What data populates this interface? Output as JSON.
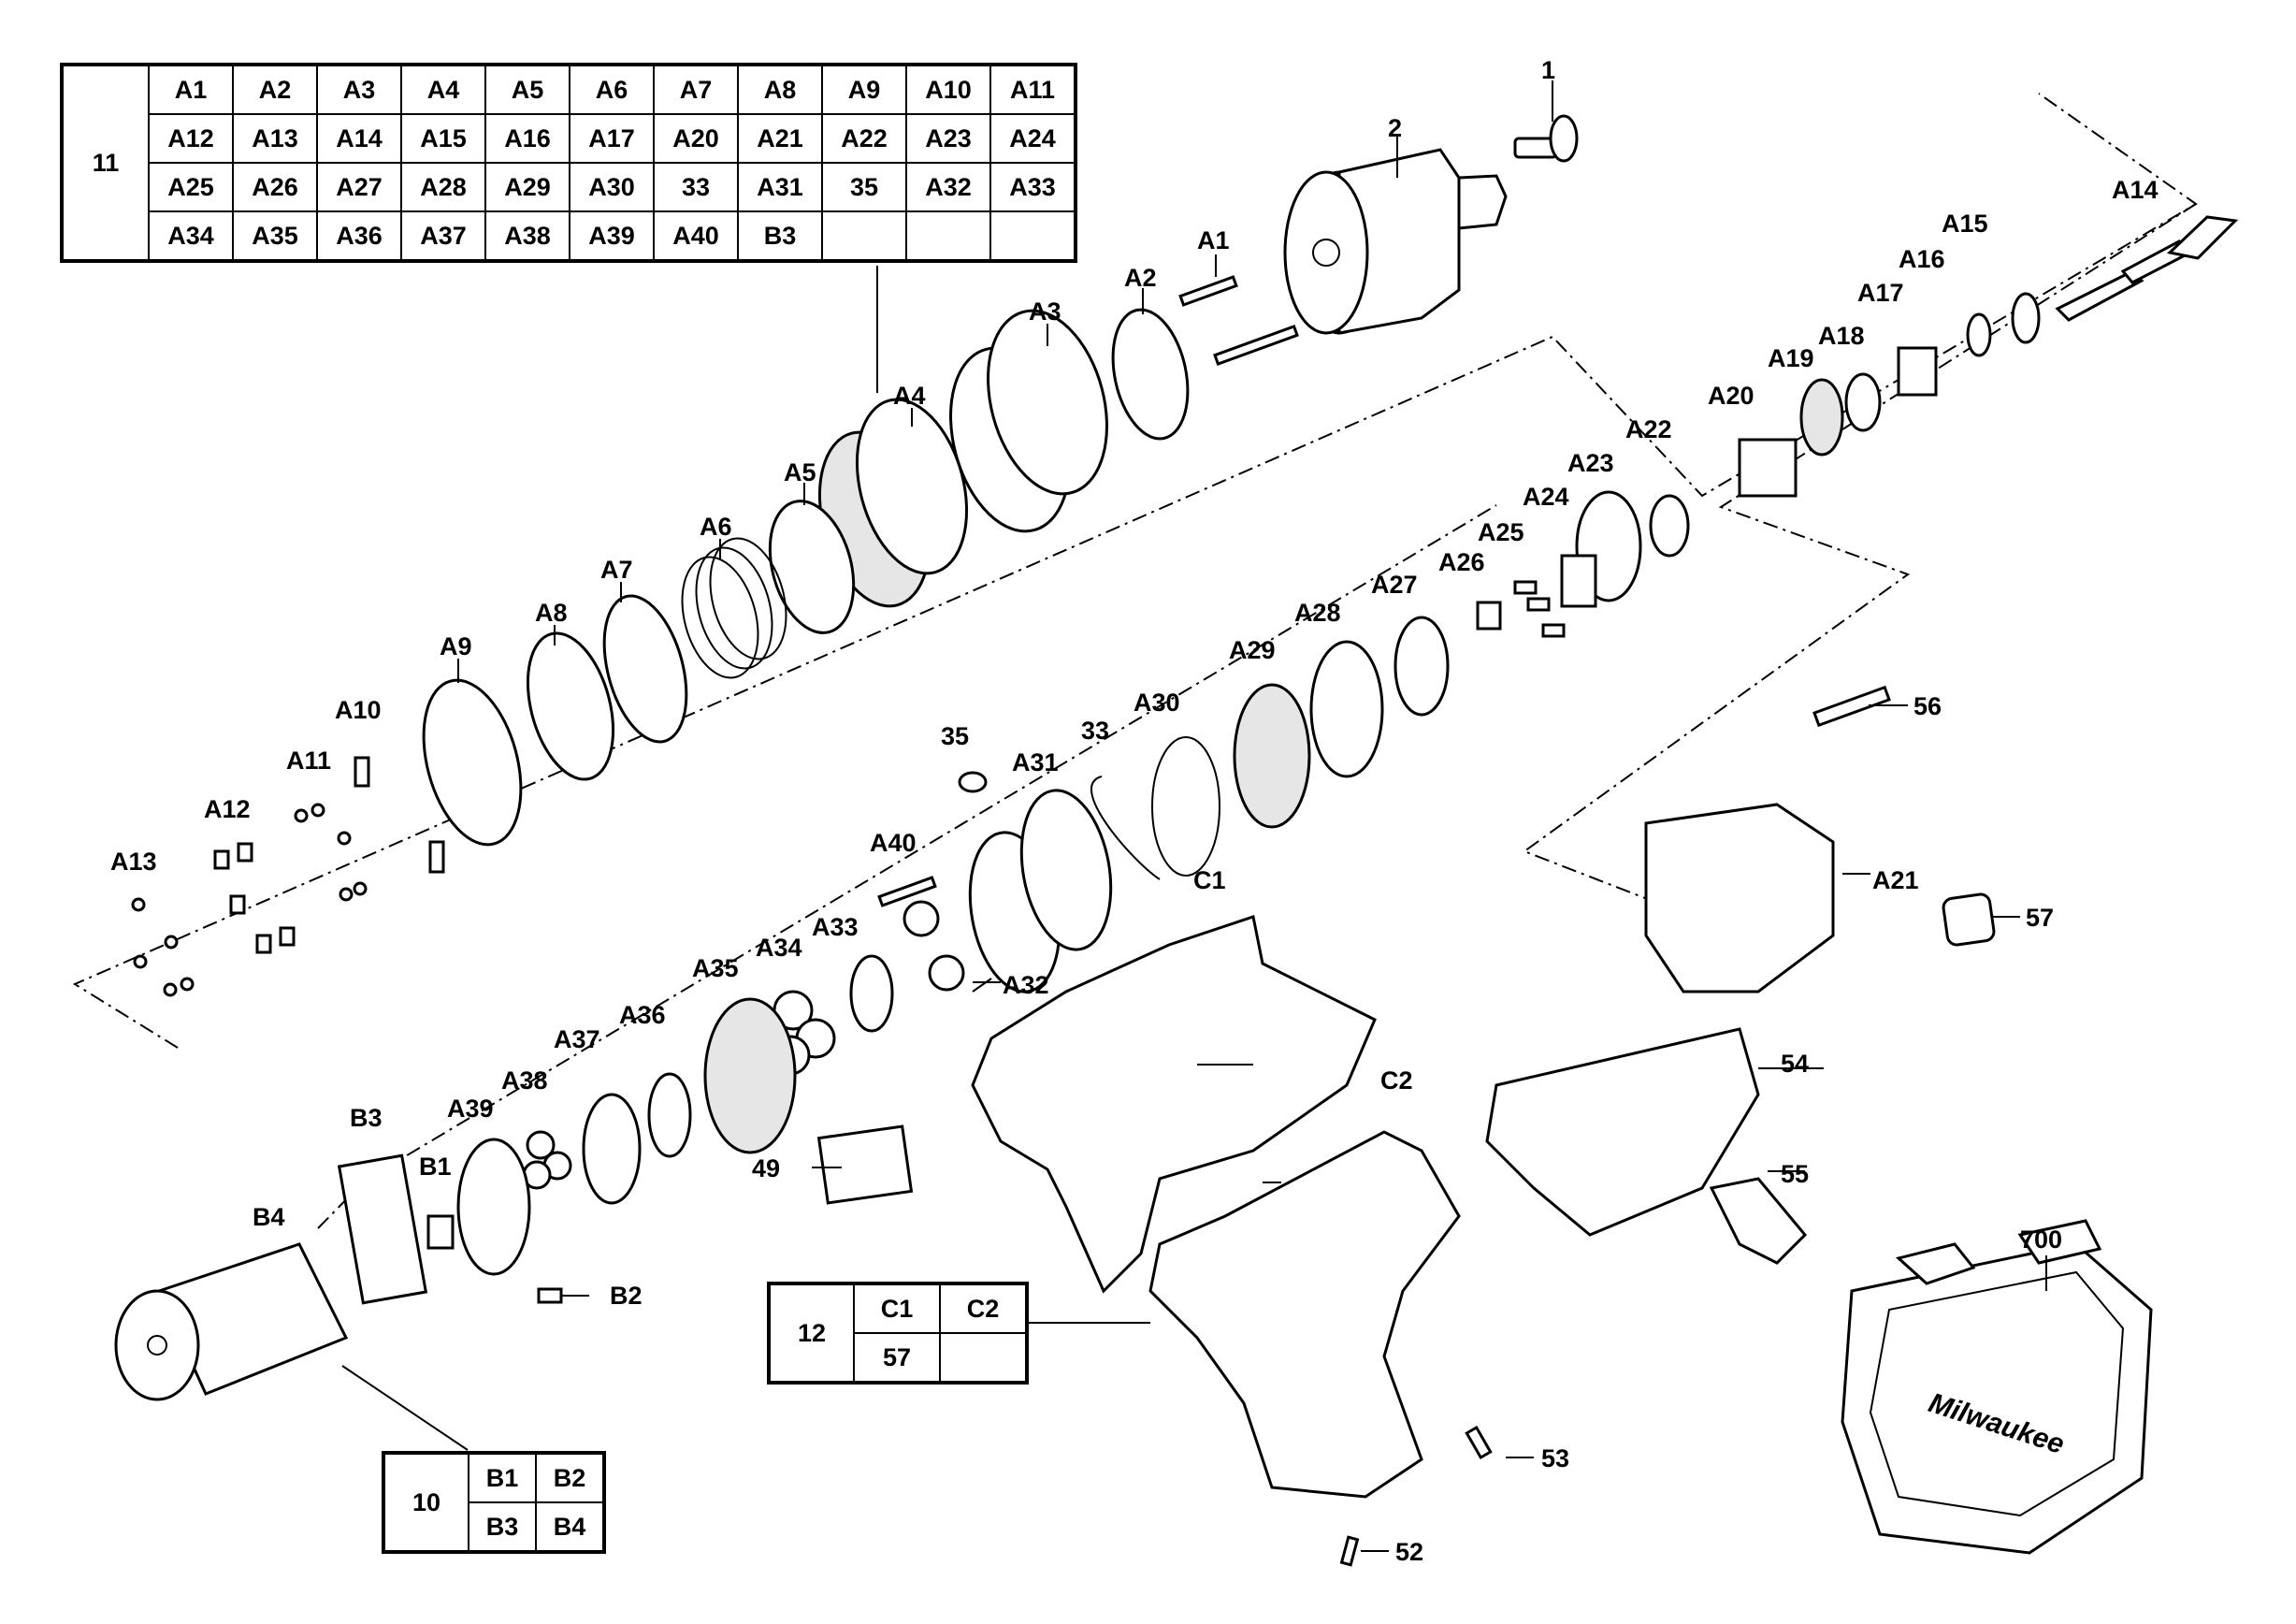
{
  "kit_tables": [
    {
      "id": "11",
      "kit": "11",
      "rows": [
        [
          "A1",
          "A2",
          "A3",
          "A4",
          "A5",
          "A6",
          "A7",
          "A8",
          "A9",
          "A10",
          "A11"
        ],
        [
          "A12",
          "A13",
          "A14",
          "A15",
          "A16",
          "A17",
          "A20",
          "A21",
          "A22",
          "A23",
          "A24"
        ],
        [
          "A25",
          "A26",
          "A27",
          "A28",
          "A29",
          "A30",
          "33",
          "A31",
          "35",
          "A32",
          "A33"
        ],
        [
          "A34",
          "A35",
          "A36",
          "A37",
          "A38",
          "A39",
          "A40",
          "B3",
          "",
          "",
          ""
        ]
      ]
    },
    {
      "id": "10",
      "kit": "10",
      "rows": [
        [
          "B1",
          "B2"
        ],
        [
          "B3",
          "B4"
        ]
      ]
    },
    {
      "id": "12",
      "kit": "12",
      "rows": [
        [
          "C1",
          "C2"
        ],
        [
          "57",
          ""
        ]
      ]
    }
  ],
  "part_labels": [
    {
      "id": "1",
      "text": "1"
    },
    {
      "id": "2",
      "text": "2"
    },
    {
      "id": "A1",
      "text": "A1"
    },
    {
      "id": "A2",
      "text": "A2"
    },
    {
      "id": "A3",
      "text": "A3"
    },
    {
      "id": "A4",
      "text": "A4"
    },
    {
      "id": "A5",
      "text": "A5"
    },
    {
      "id": "A6",
      "text": "A6"
    },
    {
      "id": "A7",
      "text": "A7"
    },
    {
      "id": "A8",
      "text": "A8"
    },
    {
      "id": "A9",
      "text": "A9"
    },
    {
      "id": "A10",
      "text": "A10"
    },
    {
      "id": "A11",
      "text": "A11"
    },
    {
      "id": "A12",
      "text": "A12"
    },
    {
      "id": "A13",
      "text": "A13"
    },
    {
      "id": "A14",
      "text": "A14"
    },
    {
      "id": "A15",
      "text": "A15"
    },
    {
      "id": "A16",
      "text": "A16"
    },
    {
      "id": "A17",
      "text": "A17"
    },
    {
      "id": "A18",
      "text": "A18"
    },
    {
      "id": "A19",
      "text": "A19"
    },
    {
      "id": "A20",
      "text": "A20"
    },
    {
      "id": "A21",
      "text": "A21"
    },
    {
      "id": "A22",
      "text": "A22"
    },
    {
      "id": "A23",
      "text": "A23"
    },
    {
      "id": "A24",
      "text": "A24"
    },
    {
      "id": "A25",
      "text": "A25"
    },
    {
      "id": "A26",
      "text": "A26"
    },
    {
      "id": "A27",
      "text": "A27"
    },
    {
      "id": "A28",
      "text": "A28"
    },
    {
      "id": "A29",
      "text": "A29"
    },
    {
      "id": "A30",
      "text": "A30"
    },
    {
      "id": "A31",
      "text": "A31"
    },
    {
      "id": "A32",
      "text": "A32"
    },
    {
      "id": "A33",
      "text": "A33"
    },
    {
      "id": "A34",
      "text": "A34"
    },
    {
      "id": "A35",
      "text": "A35"
    },
    {
      "id": "A36",
      "text": "A36"
    },
    {
      "id": "A37",
      "text": "A37"
    },
    {
      "id": "A38",
      "text": "A38"
    },
    {
      "id": "A39",
      "text": "A39"
    },
    {
      "id": "A40",
      "text": "A40"
    },
    {
      "id": "33",
      "text": "33"
    },
    {
      "id": "35",
      "text": "35"
    },
    {
      "id": "B1",
      "text": "B1"
    },
    {
      "id": "B2",
      "text": "B2"
    },
    {
      "id": "B3",
      "text": "B3"
    },
    {
      "id": "B4",
      "text": "B4"
    },
    {
      "id": "C1",
      "text": "C1"
    },
    {
      "id": "C2",
      "text": "C2"
    },
    {
      "id": "49",
      "text": "49"
    },
    {
      "id": "52",
      "text": "52"
    },
    {
      "id": "53",
      "text": "53"
    },
    {
      "id": "54",
      "text": "54"
    },
    {
      "id": "55",
      "text": "55"
    },
    {
      "id": "56",
      "text": "56"
    },
    {
      "id": "57",
      "text": "57"
    },
    {
      "id": "700",
      "text": "700"
    }
  ],
  "case_brand": "Milwaukee"
}
